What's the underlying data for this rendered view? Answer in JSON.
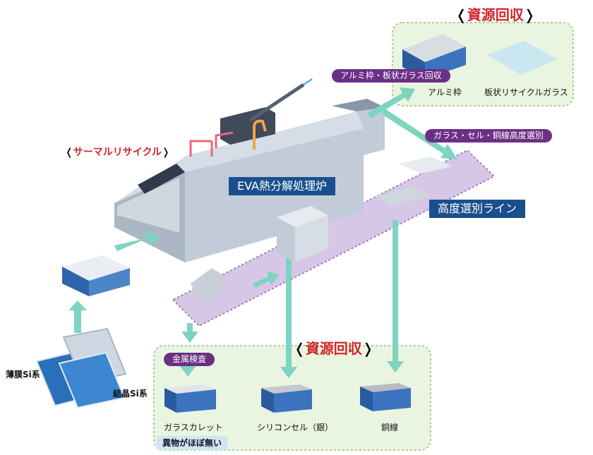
{
  "resource_recovery_title": "資源回収",
  "top_panel": {
    "title": "資源回収",
    "items": [
      {
        "label": "アルミ枠"
      },
      {
        "label": "板状リサイクルガラス"
      }
    ],
    "flow_label": "アルミ枠・板状ガラス回収"
  },
  "thermal_recycle_label": "サーマルリサイクル",
  "furnace_label": "EVA熱分解処理炉",
  "sort_flow_label": "ガラス・セル・銅線高度選別",
  "sorting_line_label": "高度選別ライン",
  "inputs": {
    "thin_film": "薄膜Si系",
    "crystalline": "結晶Si系"
  },
  "bottom_panel": {
    "title": "資源回収",
    "metal_inspection": "金属検査",
    "bins": [
      {
        "label": "ガラスカレット"
      },
      {
        "label": "シリコンセル（銀）"
      },
      {
        "label": "銅線"
      }
    ],
    "note": "異物がほぼ無い"
  },
  "colors": {
    "flow_arrow": "#7dd4c0",
    "purple_pill": "#6b2f86",
    "blue_label": "#1a4f8e",
    "title_red": "#d1252b",
    "panel_green": "#e9f4e1",
    "conveyor_band": "#d7c7e6"
  }
}
